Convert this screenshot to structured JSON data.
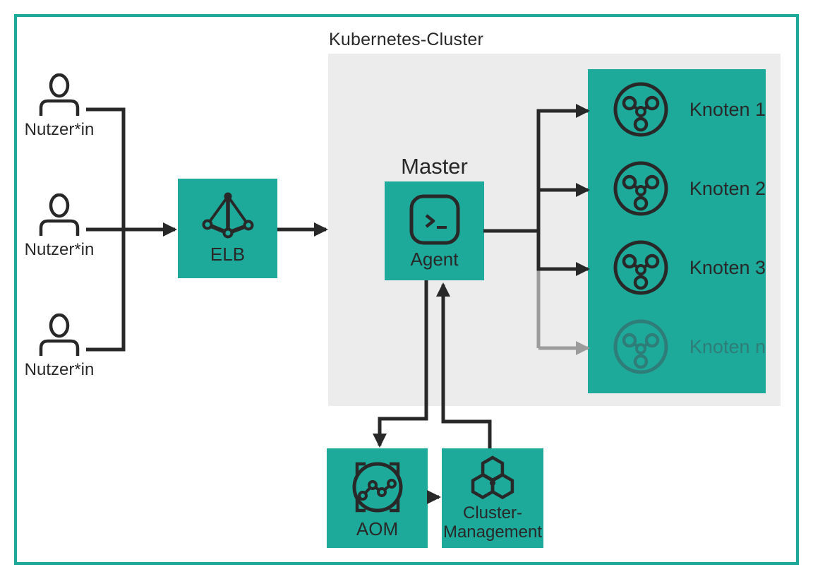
{
  "title": "Kubernetes-Cluster",
  "users": [
    {
      "label": "Nutzer*in"
    },
    {
      "label": "Nutzer*in"
    },
    {
      "label": "Nutzer*in"
    }
  ],
  "elb": {
    "label": "ELB"
  },
  "master": {
    "label": "Master"
  },
  "agent": {
    "label": "Agent"
  },
  "nodes": [
    {
      "label": "Knoten 1"
    },
    {
      "label": "Knoten 2"
    },
    {
      "label": "Knoten 3"
    },
    {
      "label": "Knoten n"
    }
  ],
  "aom": {
    "label": "AOM"
  },
  "cluster_management": {
    "label_line1": "Cluster-",
    "label_line2": "Management"
  },
  "colors": {
    "teal": "#1EAA9B",
    "dark": "#282828",
    "region_gray": "#ECECEC",
    "muted_teal": "#2F7D78",
    "arrow_gray": "#9C9C9C",
    "background": "#FFFFFF"
  }
}
